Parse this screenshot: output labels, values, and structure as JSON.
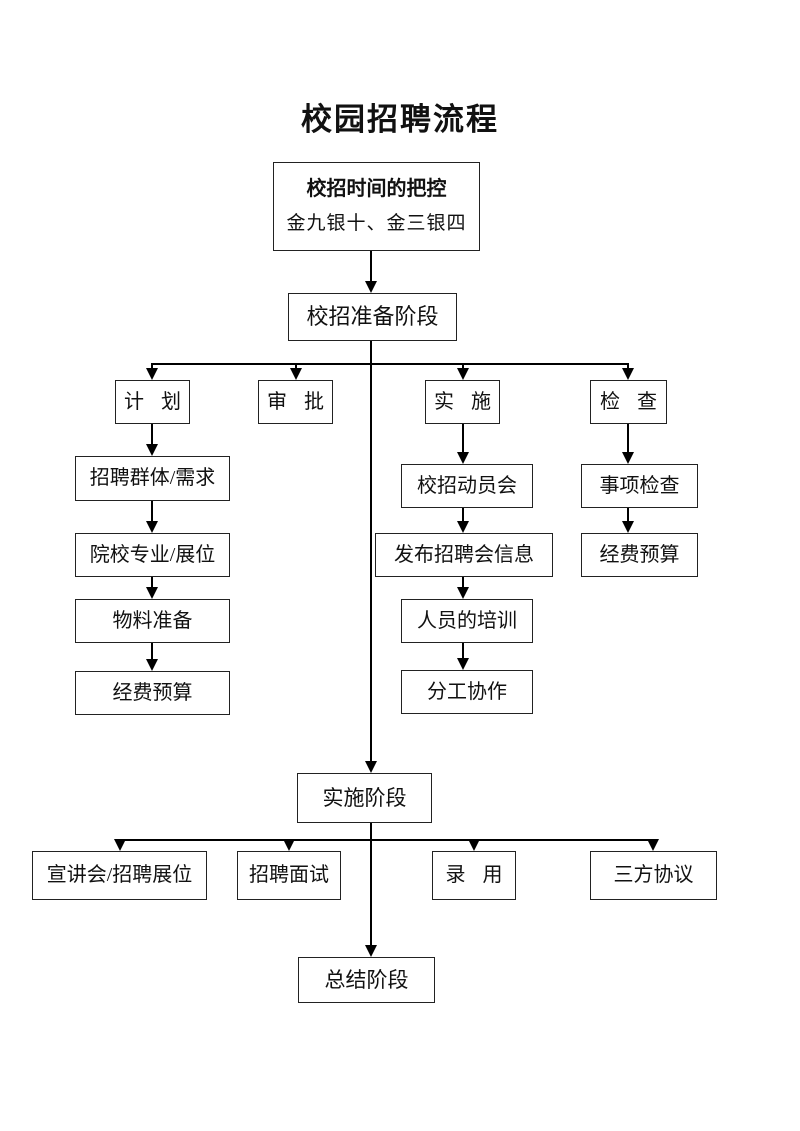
{
  "page": {
    "title": "校园招聘流程"
  },
  "nodes": {
    "timing_title": "校招时间的把控",
    "timing_subtitle": "金九银十、金三银四",
    "prep_stage": "校招准备阶段",
    "headers": {
      "plan": "计 划",
      "approve": "审 批",
      "implement": "实 施",
      "check": "检 查"
    },
    "plan_steps": [
      "招聘群体/需求",
      "院校专业/展位",
      "物料准备",
      "经费预算"
    ],
    "implement_steps": [
      "校招动员会",
      "发布招聘会信息",
      "人员的培训",
      "分工协作"
    ],
    "check_steps": [
      "事项检查",
      "经费预算"
    ],
    "impl_stage": "实施阶段",
    "impl_branches": [
      "宣讲会/招聘展位",
      "招聘面试",
      "录 用",
      "三方协议"
    ],
    "summary_stage": "总结阶段"
  },
  "colors": {
    "background": "#ffffff",
    "line": "#000000",
    "border": "#222222",
    "text": "#111111"
  }
}
